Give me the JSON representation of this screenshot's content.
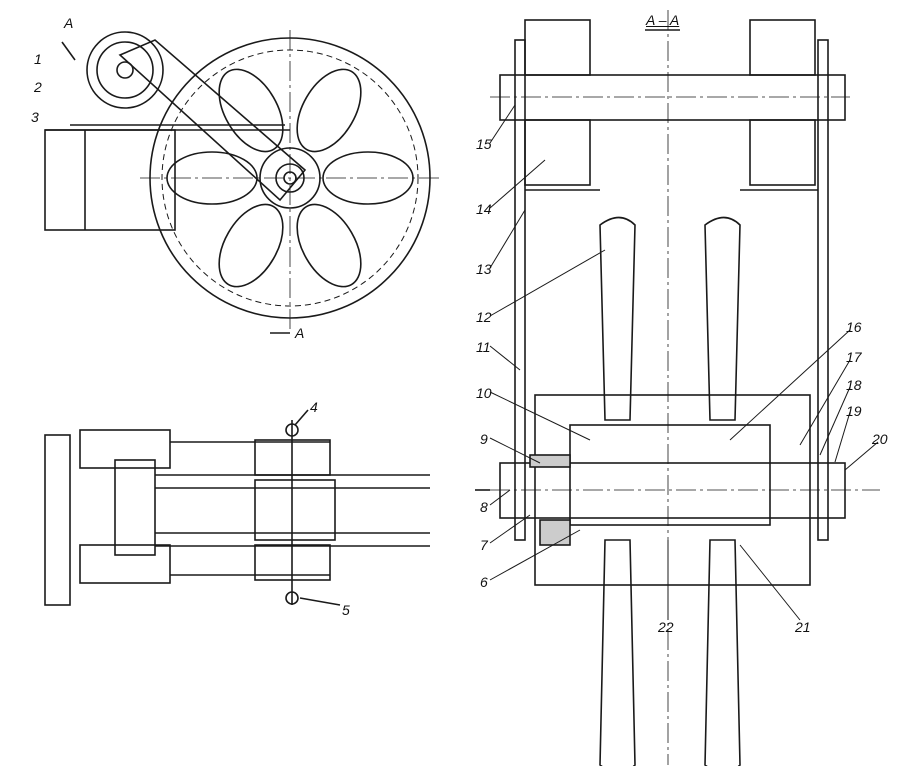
{
  "section_marks": {
    "view_arrow_top": "A",
    "view_arrow_bottom": "A",
    "section_title": "A – A"
  },
  "part_numbers": [
    "1",
    "2",
    "3",
    "4",
    "5",
    "6",
    "7",
    "8",
    "9",
    "10",
    "11",
    "12",
    "13",
    "14",
    "15",
    "16",
    "17",
    "18",
    "19",
    "20",
    "21",
    "22"
  ],
  "colors": {
    "ink": "#1a1a1a",
    "paper": "#ffffff"
  }
}
